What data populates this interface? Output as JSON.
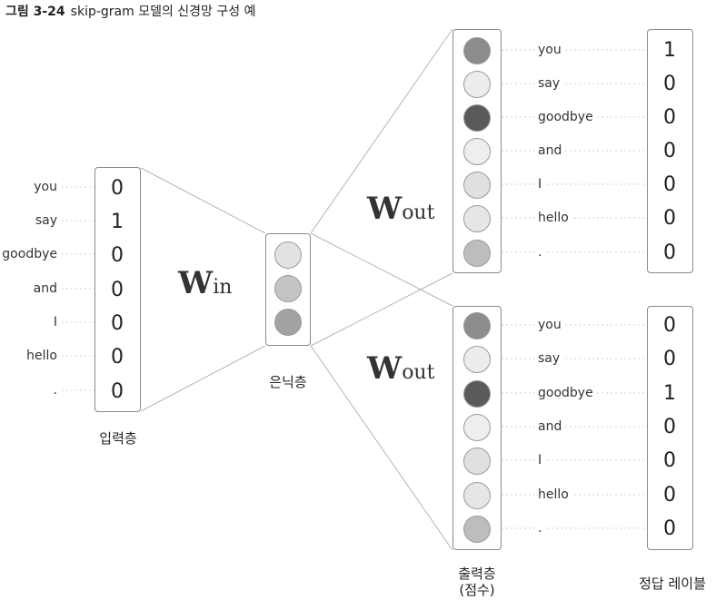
{
  "caption": {
    "number": "그림 3-24",
    "text": "skip-gram 모델의 신경망 구성 예"
  },
  "words": [
    "you",
    "say",
    "goodbye",
    "and",
    "I",
    "hello",
    "."
  ],
  "input_layer": {
    "label": "입력층",
    "values": [
      "0",
      "1",
      "0",
      "0",
      "0",
      "0",
      "0"
    ]
  },
  "hidden_layer": {
    "label": "은닉층",
    "node_colors": [
      "#e2e2e2",
      "#c4c4c4",
      "#a2a2a2"
    ]
  },
  "weights": {
    "in": {
      "main": "W",
      "sub": "in"
    },
    "out": {
      "main": "W",
      "sub": "out"
    }
  },
  "output_layer": {
    "label_line1": "출력층",
    "label_line2": "(점수)",
    "node_colors": [
      "#8c8c8c",
      "#ececec",
      "#5a5a5a",
      "#eeeeee",
      "#e0e0e0",
      "#e6e6e6",
      "#bdbdbd"
    ]
  },
  "answer_labels": {
    "label": "정답 레이블",
    "top": [
      "1",
      "0",
      "0",
      "0",
      "0",
      "0",
      "0"
    ],
    "bottom": [
      "0",
      "0",
      "1",
      "0",
      "0",
      "0",
      "0"
    ]
  }
}
